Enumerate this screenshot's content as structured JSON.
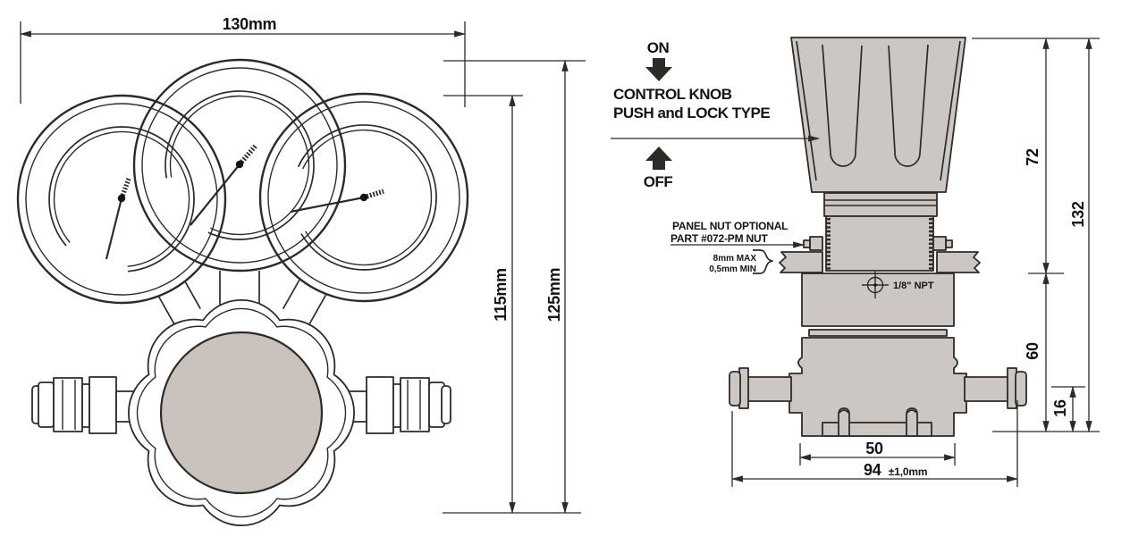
{
  "colors": {
    "metal_fill": "#cdc7c3",
    "disc_fill": "#c9c2bd",
    "line": "#2d2b28",
    "text": "#141414"
  },
  "front_view": {
    "dim_width": "130mm",
    "dim_height_inner": "115mm",
    "dim_height_outer": "125mm"
  },
  "side_view": {
    "on_label": "ON",
    "off_label": "OFF",
    "knob_note_line1": "CONTROL KNOB",
    "knob_note_line2": "PUSH and LOCK TYPE",
    "panel_nut_note_line1": "PANEL NUT OPTIONAL",
    "panel_nut_note_line2": "PART #072-PM NUT",
    "panel_thickness_max": "8mm MAX",
    "panel_thickness_min": "0,5mm MIN",
    "port_thread_label": "1/8\" NPT",
    "dim_knob_height": "72",
    "dim_overall_height": "132",
    "dim_body_height": "60",
    "dim_port_offset": "16",
    "dim_base_width": "50",
    "dim_overall_width": "94",
    "dim_overall_width_tolerance": "±1,0mm"
  }
}
